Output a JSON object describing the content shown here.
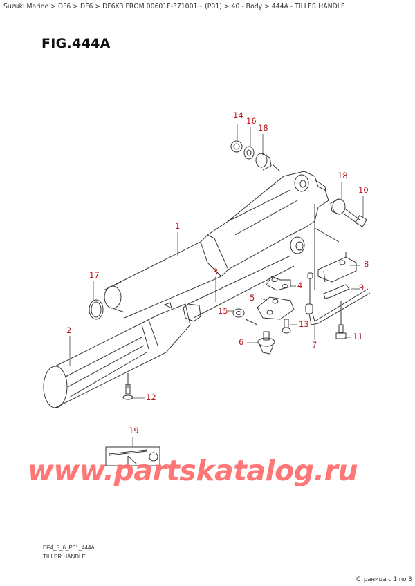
{
  "breadcrumb": {
    "items": [
      "Suzuki Marine",
      "DF6",
      "DF6",
      "DF6K3 FROM 00601F-371001~ (P01)",
      "40 - Body",
      "444A - TILLER HANDLE"
    ],
    "text": "Suzuki Marine > DF6 > DF6 > DF6K3 FROM 00601F-371001~ (P01) > 40 - Body > 444A - TILLER HANDLE"
  },
  "figure": {
    "title": "FIG.444A",
    "code": "DF4_5_6_P01_444A",
    "name": "TILLER HANDLE"
  },
  "callouts": [
    {
      "num": "1",
      "part": "tiller-handle-arm"
    },
    {
      "num": "2",
      "part": "throttle-grip"
    },
    {
      "num": "3",
      "part": "throttle-shaft"
    },
    {
      "num": "4",
      "part": "plate"
    },
    {
      "num": "5",
      "part": "bracket"
    },
    {
      "num": "6",
      "part": "friction-knob"
    },
    {
      "num": "7",
      "part": "stop-switch-cable"
    },
    {
      "num": "8",
      "part": "switch-holder"
    },
    {
      "num": "9",
      "part": "clip"
    },
    {
      "num": "10",
      "part": "bolt"
    },
    {
      "num": "11",
      "part": "bolt"
    },
    {
      "num": "12",
      "part": "screw"
    },
    {
      "num": "13",
      "part": "screw"
    },
    {
      "num": "14",
      "part": "nut"
    },
    {
      "num": "15",
      "part": "washer"
    },
    {
      "num": "16",
      "part": "washer"
    },
    {
      "num": "17",
      "part": "o-ring"
    },
    {
      "num": "18a",
      "label": "18",
      "part": "bushing-top"
    },
    {
      "num": "18b",
      "label": "18",
      "part": "bushing-right"
    },
    {
      "num": "19",
      "part": "throttle-label"
    }
  ],
  "labels": {
    "c1": "1",
    "c2": "2",
    "c3": "3",
    "c4": "4",
    "c5": "5",
    "c6": "6",
    "c7": "7",
    "c8": "8",
    "c9": "9",
    "c10": "10",
    "c11": "11",
    "c12": "12",
    "c13": "13",
    "c14": "14",
    "c15": "15",
    "c16": "16",
    "c17": "17",
    "c18a": "18",
    "c18b": "18",
    "c19": "19"
  },
  "watermark": "www.partskatalog.ru",
  "pager": "Страница с 1 по 3",
  "colors": {
    "callout": "#b8161b",
    "watermark": "#ff6b6b",
    "line": "#333333"
  }
}
